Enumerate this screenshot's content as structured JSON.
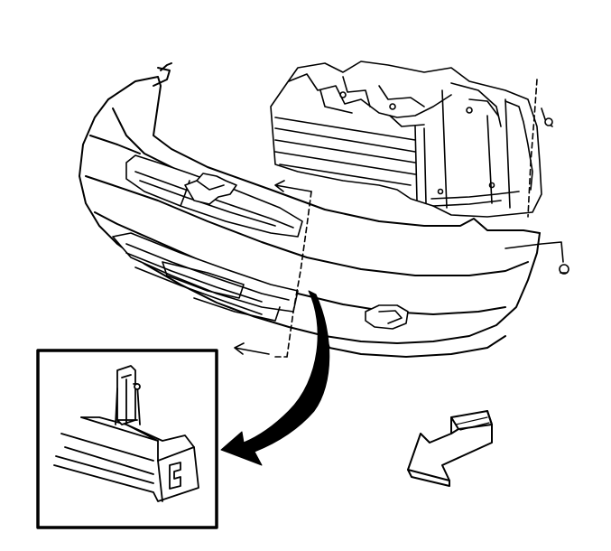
{
  "figure": {
    "background": "#ffffff",
    "line_color": "#000000",
    "fill_color": "#ffffff"
  },
  "parts": {
    "bumper_fascia": "bumper-fascia",
    "radiator_support": "radiator-support",
    "fastener_bolt": "fastener-bolt",
    "emblem": "bowtie-emblem",
    "upper_grille": "upper-grille",
    "lower_grille": "lower-grille",
    "fog_lamp": "fog-lamp-opening"
  },
  "detail_view": {
    "subject": "retainer-clip-detail"
  },
  "indicators": {
    "detail_arrow": "curved-callout-arrow",
    "front_arrow": "vehicle-front-arrow",
    "removal_arrows": [
      "arrow-upper",
      "arrow-lower"
    ]
  }
}
